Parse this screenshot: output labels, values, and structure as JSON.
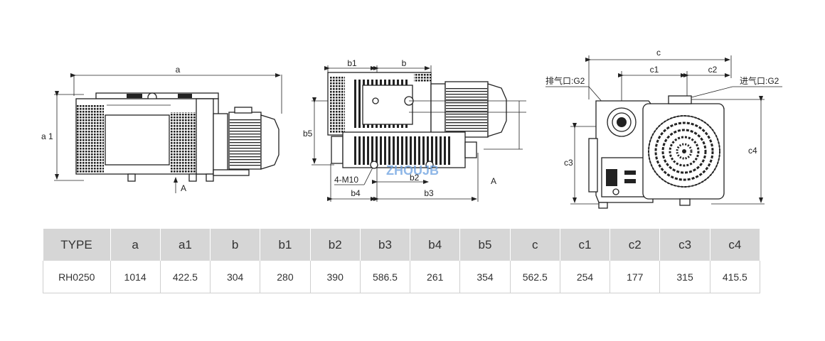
{
  "views": {
    "side": {
      "a": "a",
      "a1": "a 1",
      "arrow_a": "A"
    },
    "front": {
      "b1": "b1",
      "b": "b",
      "b5": "b5",
      "b2": "b2",
      "b3": "b3",
      "b4": "b4",
      "bolt": "4-M10",
      "arrow_a": "A"
    },
    "end": {
      "c": "c",
      "c1": "c1",
      "c2": "c2",
      "c3": "c3",
      "c4": "c4",
      "exhaust": "排气口:G2",
      "inlet": "进气口:G2"
    }
  },
  "watermark": "ZHOUJB",
  "table": {
    "headers": [
      "TYPE",
      "a",
      "a1",
      "b",
      "b1",
      "b2",
      "b3",
      "b4",
      "b5",
      "c",
      "c1",
      "c2",
      "c3",
      "c4"
    ],
    "rows": [
      [
        "RH0250",
        "1014",
        "422.5",
        "304",
        "280",
        "390",
        "586.5",
        "261",
        "354",
        "562.5",
        "254",
        "177",
        "315",
        "415.5"
      ]
    ]
  }
}
